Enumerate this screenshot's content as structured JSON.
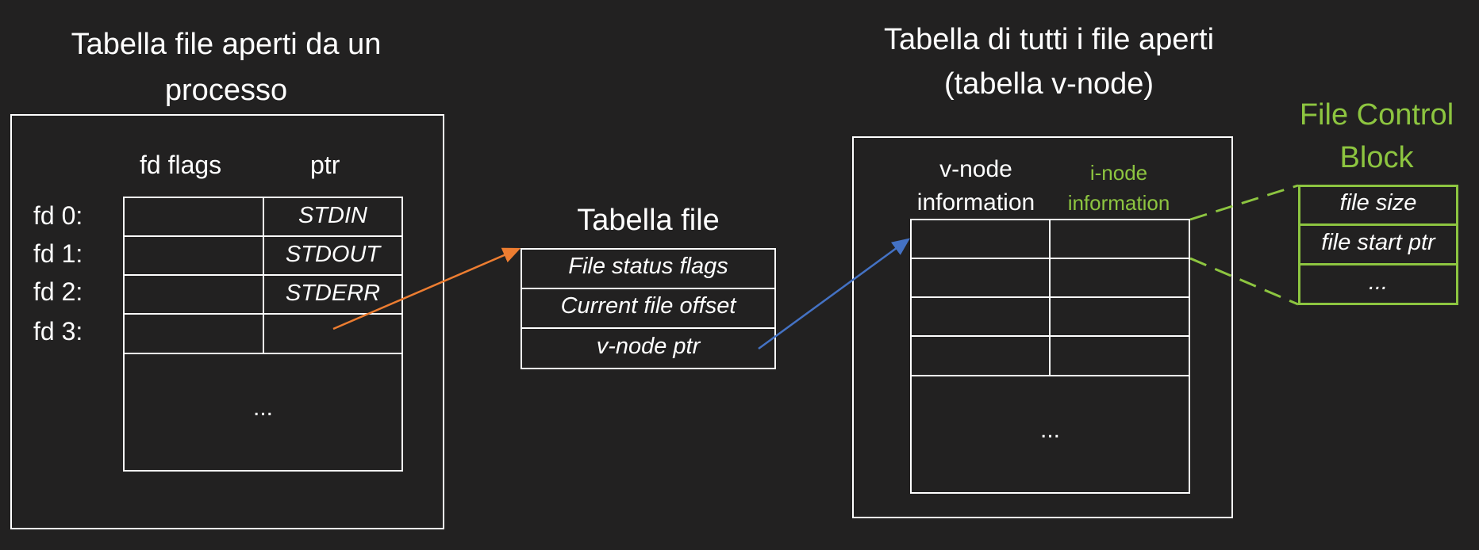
{
  "process_table": {
    "title_line1": "Tabella file aperti da un",
    "title_line2": "processo",
    "col_flags": "fd flags",
    "col_ptr": "ptr",
    "fd_labels": [
      "fd 0:",
      "fd 1:",
      "fd 2:",
      "fd 3:"
    ],
    "ptr_values": [
      "STDIN",
      "STDOUT",
      "STDERR",
      ""
    ],
    "ellipsis": "..."
  },
  "file_table": {
    "title": "Tabella file",
    "rows": [
      "File status flags",
      "Current file offset",
      "v-node ptr"
    ]
  },
  "vnode_table": {
    "title_line1": "Tabella di tutti i file aperti",
    "title_line2": "(tabella v-node)",
    "col_vnode_line1": "v-node",
    "col_vnode_line2": "information",
    "col_inode_line1": "i-node",
    "col_inode_line2": "information",
    "ellipsis": "..."
  },
  "fcb": {
    "title_line1": "File Control",
    "title_line2": "Block",
    "rows": [
      "file size",
      "file start ptr",
      "..."
    ]
  },
  "colors": {
    "background": "#222121",
    "foreground": "#ffffff",
    "green": "#8dc540",
    "orange_arrow": "#ed7d31",
    "blue_arrow": "#4472c4"
  }
}
